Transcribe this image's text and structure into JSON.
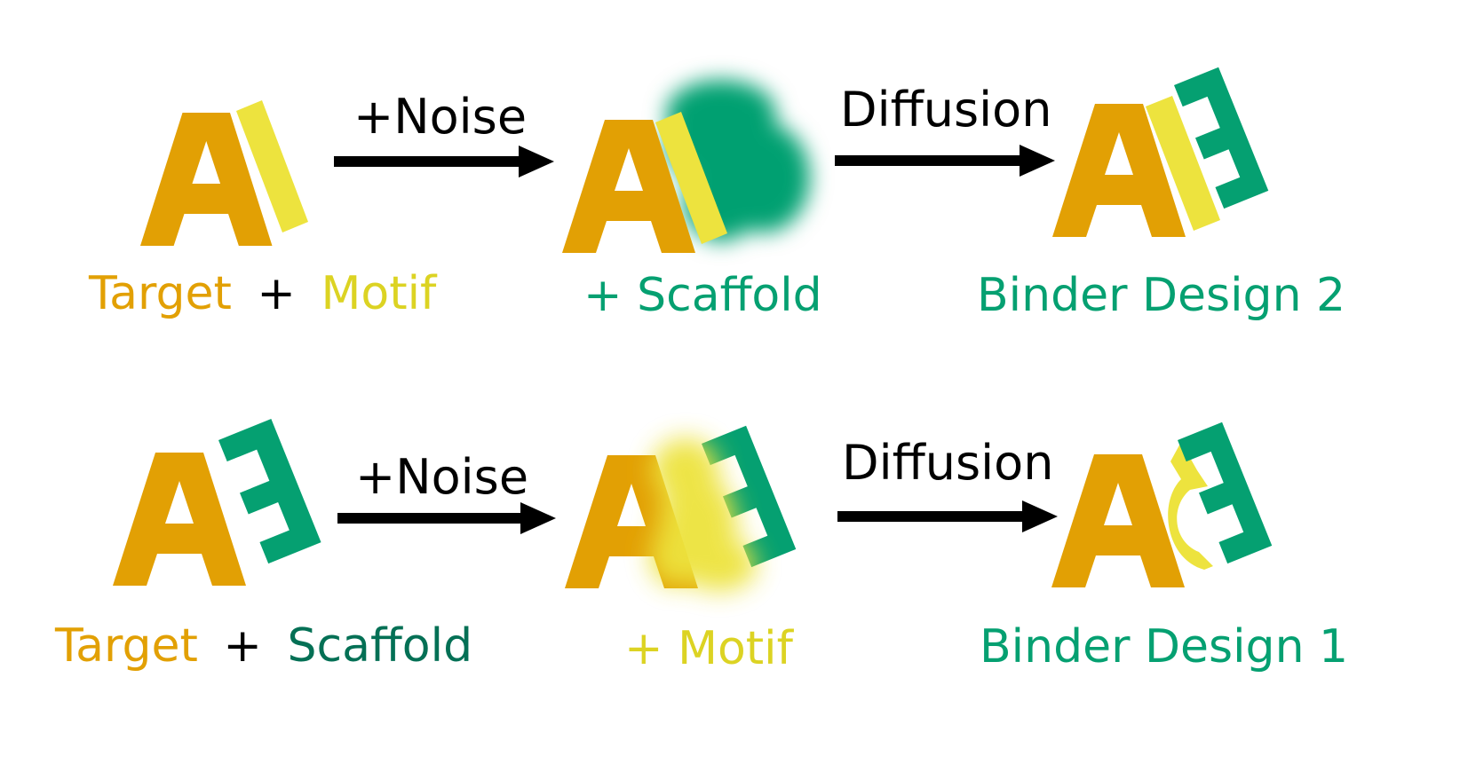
{
  "colors": {
    "target": "#E2A004",
    "motif": "#EDE33E",
    "motif_text": "#DCD323",
    "scaffold": "#05A071",
    "scaffold_dark": "#047055",
    "arrow": "#000000"
  },
  "top_row": {
    "arrow1_label": "+Noise",
    "arrow2_label": "Diffusion",
    "input_target": "Target",
    "input_plus": "+",
    "input_motif": "Motif",
    "noised_label": "+ Scaffold",
    "output_label": "Binder Design 2"
  },
  "bottom_row": {
    "arrow1_label": "+Noise",
    "arrow2_label": "Diffusion",
    "input_target": "Target",
    "input_plus": "+",
    "input_scaffold": "Scaffold",
    "noised_label": "+ Motif",
    "output_label": "Binder Design 1"
  }
}
